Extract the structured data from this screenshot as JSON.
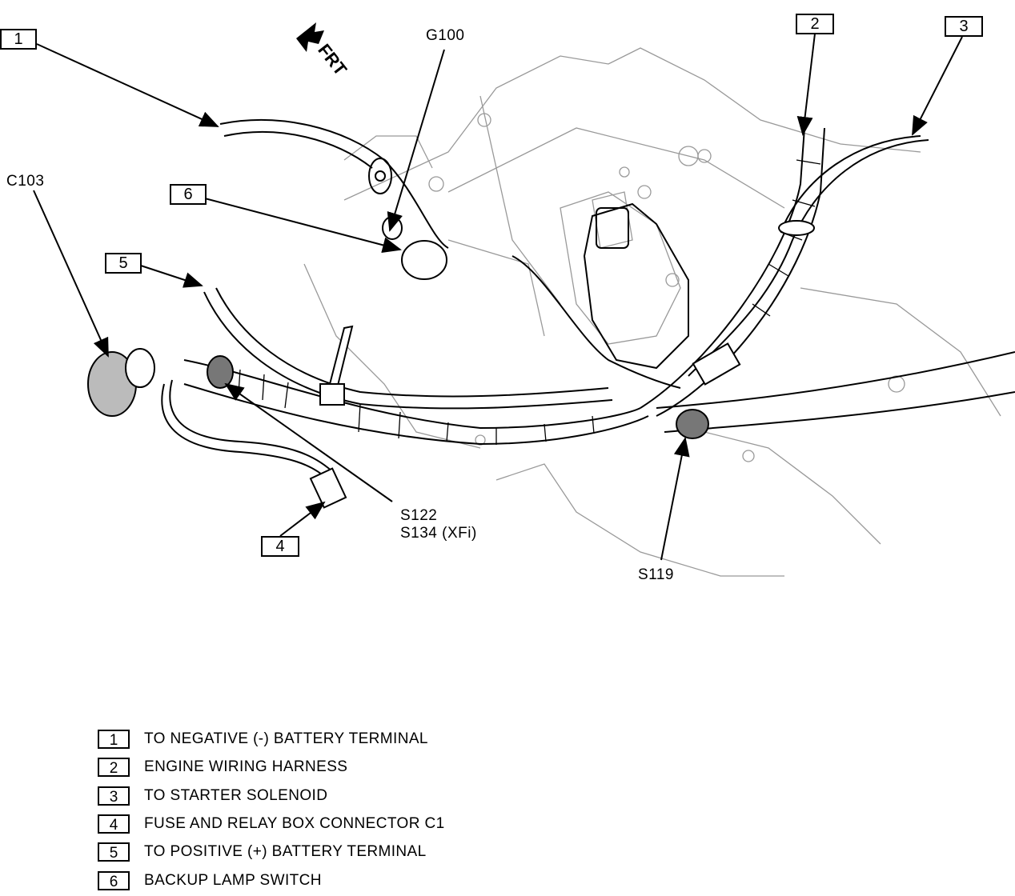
{
  "callouts": [
    "1",
    "2",
    "3",
    "4",
    "5",
    "6"
  ],
  "labels": {
    "g100": "G100",
    "c103": "C103",
    "frt": "FRT",
    "s122": "S122",
    "s134": "S134 (XFi)",
    "s119": "S119"
  },
  "legend": [
    {
      "num": "1",
      "text": "TO NEGATIVE (-) BATTERY TERMINAL"
    },
    {
      "num": "2",
      "text": "ENGINE WIRING HARNESS"
    },
    {
      "num": "3",
      "text": "TO STARTER SOLENOID"
    },
    {
      "num": "4",
      "text": "FUSE AND RELAY BOX CONNECTOR C1"
    },
    {
      "num": "5",
      "text": "TO POSITIVE (+) BATTERY TERMINAL"
    },
    {
      "num": "6",
      "text": "BACKUP LAMP SWITCH"
    }
  ]
}
